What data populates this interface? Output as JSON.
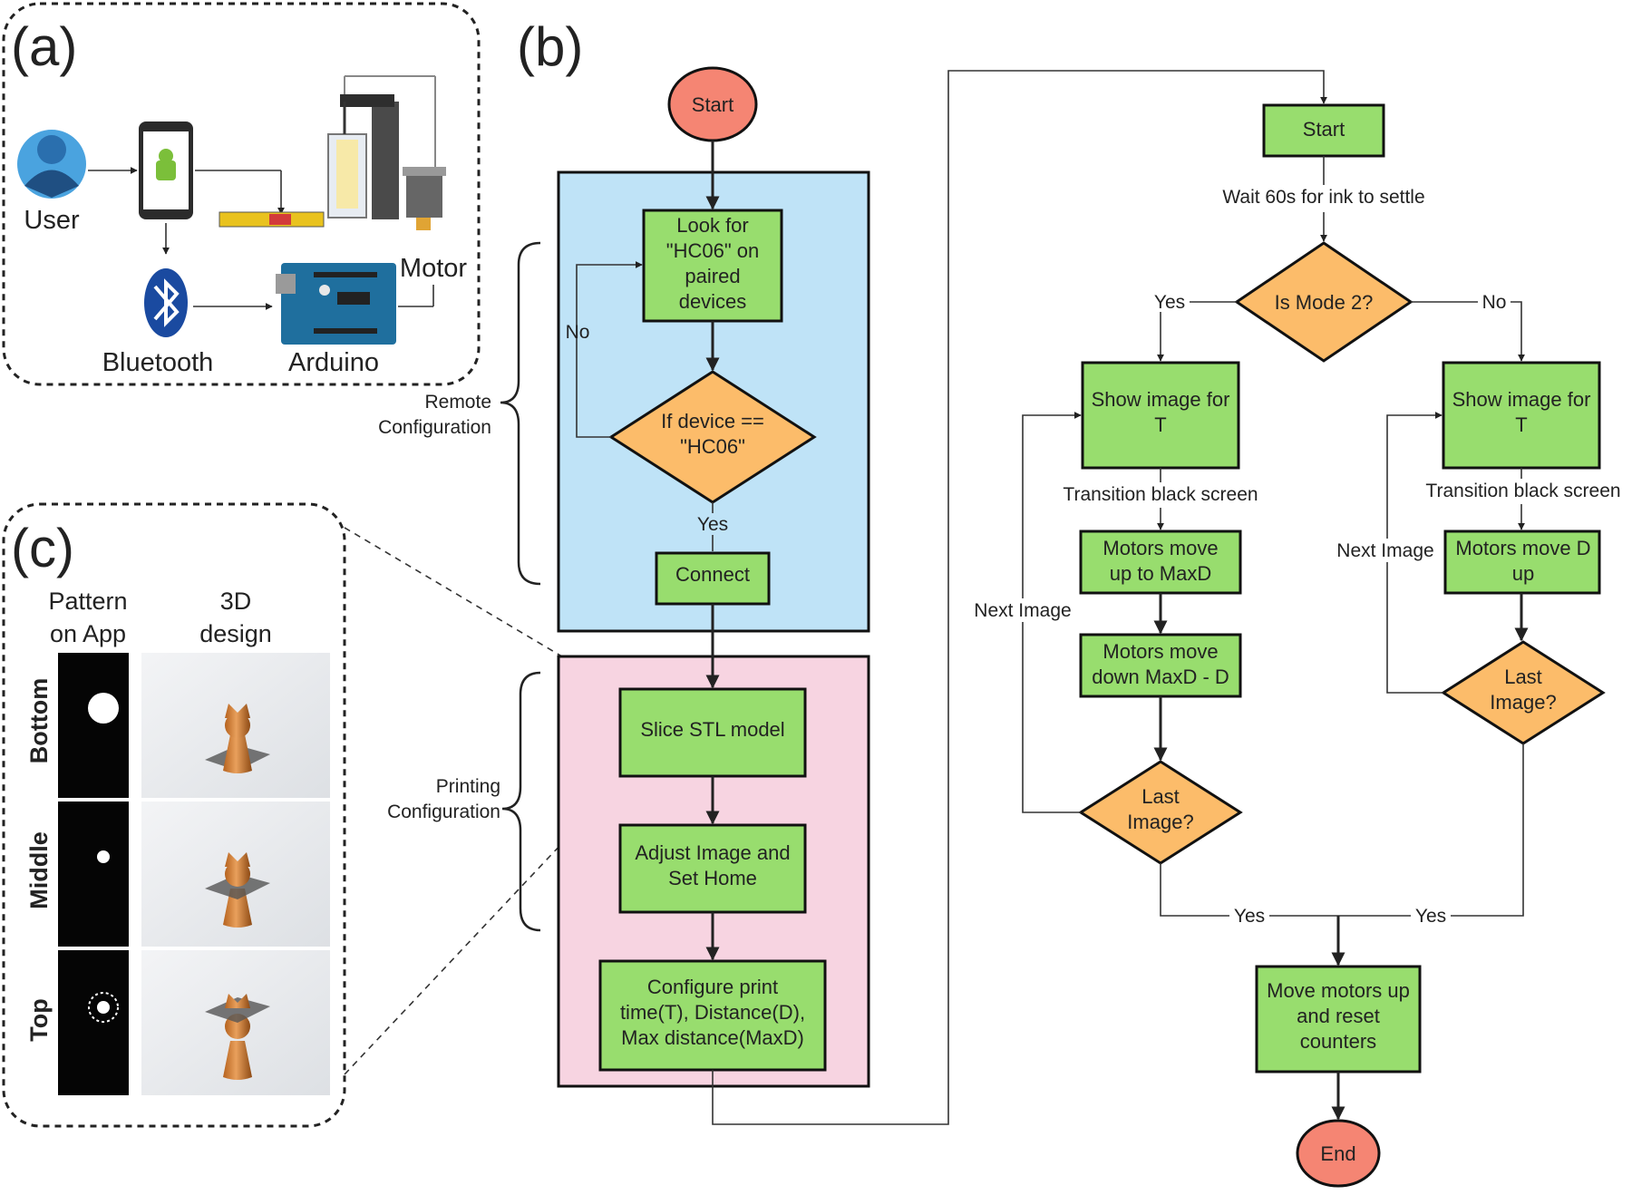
{
  "panels": {
    "a": "(a)",
    "b": "(b)",
    "c": "(c)"
  },
  "hardware": {
    "user": "User",
    "bluetooth": "Bluetooth",
    "arduino": "Arduino",
    "motor": "Motor"
  },
  "flow_left": {
    "start": "Start",
    "look": [
      "Look for",
      "\"HC06\" on",
      "paired",
      "devices"
    ],
    "if_device": [
      "If device ==",
      "\"HC06\""
    ],
    "connect": "Connect",
    "slice": "Slice STL model",
    "adjust": [
      "Adjust Image and",
      "Set Home"
    ],
    "configure": [
      "Configure print",
      "time(T), Distance(D),",
      "Max distance(MaxD)"
    ],
    "no": "No",
    "yes": "Yes"
  },
  "braces": {
    "remote": [
      "Remote",
      "Configuration"
    ],
    "printing": [
      "Printing",
      "Configuration"
    ]
  },
  "flow_right": {
    "start": "Start",
    "wait": "Wait 60s for ink to settle",
    "mode": "Is Mode 2?",
    "yes": "Yes",
    "no": "No",
    "show_left": [
      "Show image for",
      "T"
    ],
    "show_right": [
      "Show image for",
      "T"
    ],
    "trans_left": "Transition black screen",
    "trans_right": "Transition black screen",
    "up_maxd": [
      "Motors move",
      "up to MaxD"
    ],
    "down_maxd": [
      "Motors move",
      "down MaxD - D"
    ],
    "move_d_up": [
      "Motors move D",
      "up"
    ],
    "last_left": [
      "Last",
      "Image?"
    ],
    "last_right": [
      "Last",
      "Image?"
    ],
    "next_left": "Next Image",
    "next_right": "Next Image",
    "yes_left": "Yes",
    "yes_right": "Yes",
    "reset": [
      "Move motors up",
      "and reset",
      "counters"
    ],
    "end": "End"
  },
  "panel_c": {
    "col1": [
      "Pattern",
      "on App"
    ],
    "col2": [
      "3D",
      "design"
    ],
    "rows": [
      "Bottom",
      "Middle",
      "Top"
    ]
  },
  "colors": {
    "process": "#98dd6e",
    "decision": "#fcbc6a",
    "terminal": "#f58573",
    "remote_bg": "#bfe3f7",
    "printing_bg": "#f7d4e1"
  }
}
